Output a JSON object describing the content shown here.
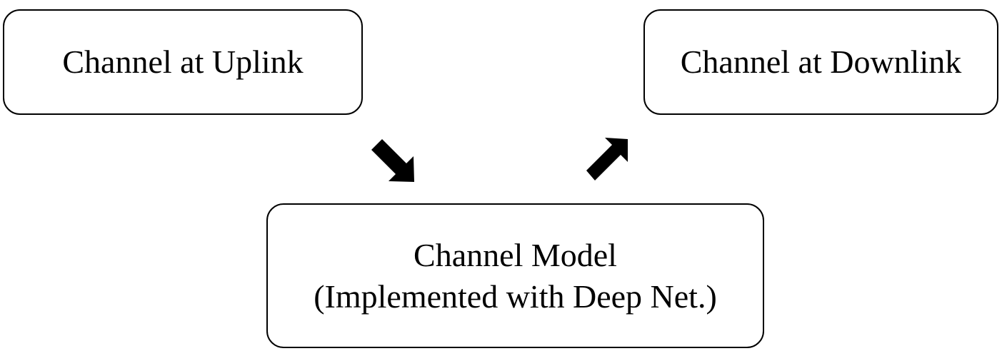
{
  "diagram": {
    "nodes": {
      "uplink": {
        "label": "Channel at Uplink"
      },
      "downlink": {
        "label": "Channel at Downlink"
      },
      "model": {
        "label_line1": "Channel Model",
        "label_line2": "(Implemented with Deep Net.)"
      }
    },
    "edges": [
      {
        "from": "uplink",
        "to": "model",
        "icon": "arrow-down-right-icon"
      },
      {
        "from": "model",
        "to": "downlink",
        "icon": "arrow-up-right-icon"
      }
    ],
    "colors": {
      "stroke": "#000000",
      "background": "#ffffff"
    }
  }
}
